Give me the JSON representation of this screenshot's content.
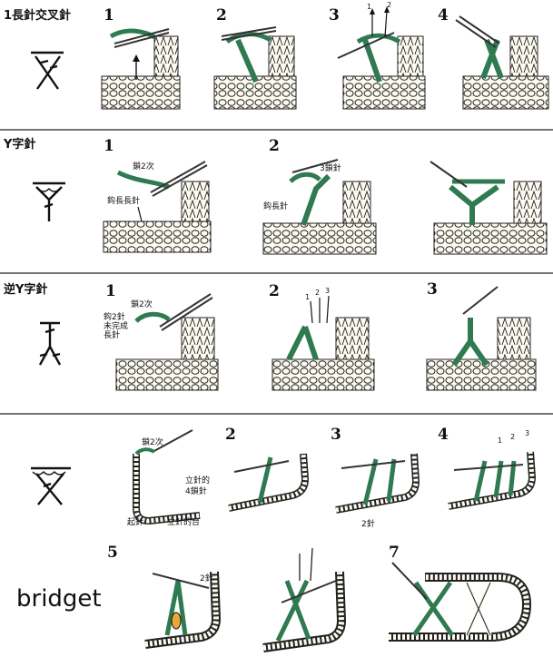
{
  "sections": [
    {
      "title": "1長針交叉針",
      "steps": [
        "1",
        "2",
        "3",
        "4"
      ],
      "arrow_labels": [
        "1",
        "2"
      ]
    },
    {
      "title": "Y字針",
      "steps": [
        "1",
        "2"
      ],
      "notes": [
        "鎖2次",
        "鈎長長針",
        "3鎖針",
        "鈎長針"
      ]
    },
    {
      "title": "逆Y字針",
      "steps": [
        "1",
        "2",
        "3"
      ],
      "notes": [
        "鎖2次",
        "鈎2針",
        "未完成",
        "長針"
      ],
      "arrow_labels": [
        "1",
        "2",
        "3"
      ]
    },
    {
      "steps": [
        "2",
        "3",
        "4",
        "5",
        "7"
      ],
      "notes": [
        "鎖2次",
        "立針的",
        "4鎖針",
        "起針",
        "立針的台",
        "2針",
        "2針"
      ],
      "arrow_labels": [
        "1",
        "2",
        "3"
      ]
    }
  ],
  "signature": "bridget",
  "colors": {
    "yarn": "#2f7a50",
    "outline": "#111111",
    "hook": "#333333",
    "highlight": "#e8a93a"
  }
}
